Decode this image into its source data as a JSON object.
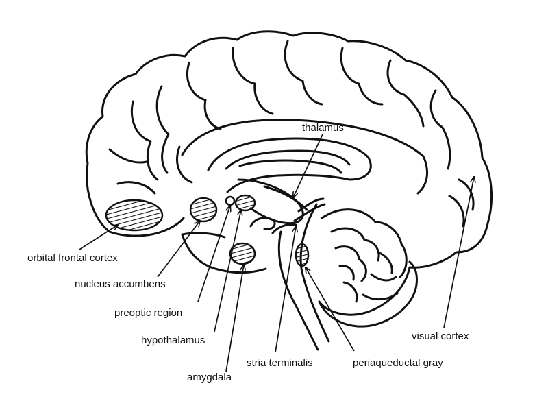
{
  "labels": {
    "thalamus": "thalamus",
    "orbital_frontal_cortex": "orbital frontal cortex",
    "nucleus_accumbens": "nucleus accumbens",
    "preoptic_region": "preoptic region",
    "hypothalamus": "hypothalamus",
    "amygdala": "amygdala",
    "stria_terminalis": "stria terminalis",
    "periaqueductal_gray": "periaqueductal gray",
    "visual_cortex": "visual cortex"
  },
  "colors": {
    "ink": "#111111",
    "background": "#ffffff"
  }
}
